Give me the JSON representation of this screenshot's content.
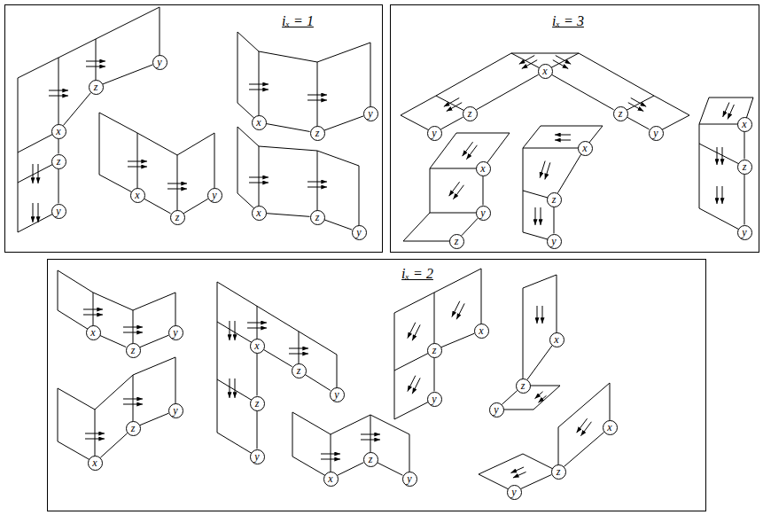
{
  "diagram": {
    "nodes": [
      {
        "text": [
          "iₓ = 1"
        ]
      },
      {
        "text": [
          "iₓ = 3"
        ]
      },
      {
        "text": [
          "iₓ = 2"
        ]
      },
      {
        "text": [
          "y"
        ],
        "in": 0
      },
      {
        "text": [
          "z"
        ],
        "in": 0
      },
      {
        "text": [
          "x"
        ],
        "in": 0
      },
      {
        "text": [
          "z"
        ],
        "in": 0
      },
      {
        "text": [
          "y"
        ],
        "in": 0
      },
      {
        "text": [
          "x"
        ],
        "in": 0
      },
      {
        "text": [
          "z"
        ],
        "in": 0
      },
      {
        "text": [
          "y"
        ],
        "in": 0
      },
      {
        "text": [
          "x"
        ],
        "in": 0
      },
      {
        "text": [
          "z"
        ],
        "in": 0
      },
      {
        "text": [
          "y"
        ],
        "in": 0
      },
      {
        "text": [
          "x"
        ],
        "in": 0
      },
      {
        "text": [
          "z"
        ],
        "in": 0
      },
      {
        "text": [
          "y"
        ],
        "in": 0
      },
      {
        "text": [
          "x"
        ],
        "in": 1
      },
      {
        "text": [
          "z"
        ],
        "in": 1
      },
      {
        "text": [
          "z"
        ],
        "in": 1
      },
      {
        "text": [
          "y"
        ],
        "in": 1
      },
      {
        "text": [
          "y"
        ],
        "in": 1
      },
      {
        "text": [
          "x"
        ],
        "in": 1
      },
      {
        "text": [
          "y"
        ],
        "in": 1
      },
      {
        "text": [
          "z"
        ],
        "in": 1
      },
      {
        "text": [
          "x"
        ],
        "in": 1
      },
      {
        "text": [
          "z"
        ],
        "in": 1
      },
      {
        "text": [
          "y"
        ],
        "in": 1
      },
      {
        "text": [
          "x"
        ],
        "in": 1
      },
      {
        "text": [
          "z"
        ],
        "in": 1
      },
      {
        "text": [
          "y"
        ],
        "in": 1
      },
      {
        "text": [
          "x"
        ],
        "in": 2
      },
      {
        "text": [
          "z"
        ],
        "in": 2
      },
      {
        "text": [
          "y"
        ],
        "in": 2
      },
      {
        "text": [
          "x"
        ],
        "in": 2
      },
      {
        "text": [
          "z"
        ],
        "in": 2
      },
      {
        "text": [
          "y"
        ],
        "in": 2
      },
      {
        "text": [
          "x"
        ],
        "in": 2
      },
      {
        "text": [
          "z"
        ],
        "in": 2
      },
      {
        "text": [
          "y"
        ],
        "in": 2
      },
      {
        "text": [
          "z"
        ],
        "in": 2
      },
      {
        "text": [
          "y"
        ],
        "in": 2
      },
      {
        "text": [
          "x"
        ],
        "in": 2
      },
      {
        "text": [
          "z"
        ],
        "in": 2
      },
      {
        "text": [
          "y"
        ],
        "in": 2
      },
      {
        "text": [
          "x"
        ],
        "in": 2
      },
      {
        "text": [
          "z"
        ],
        "in": 2
      },
      {
        "text": [
          "y"
        ],
        "in": 2
      },
      {
        "text": [
          "x"
        ],
        "in": 2
      },
      {
        "text": [
          "z"
        ],
        "in": 2
      },
      {
        "text": [
          "y"
        ],
        "in": 2
      },
      {
        "text": [
          "x"
        ],
        "in": 2
      },
      {
        "text": [
          "z"
        ],
        "in": 2
      },
      {
        "text": [
          "y"
        ],
        "in": 2
      }
    ],
    "edges": [
      {
        "from": 3,
        "to": 4,
        "arrow": "none"
      },
      {
        "from": 4,
        "to": 5,
        "arrow": "none"
      },
      {
        "from": 5,
        "to": 6,
        "arrow": "none"
      },
      {
        "from": 6,
        "to": 7,
        "arrow": "none"
      },
      {
        "from": 8,
        "to": 9,
        "arrow": "none"
      },
      {
        "from": 9,
        "to": 10,
        "arrow": "none"
      },
      {
        "from": 11,
        "to": 12,
        "arrow": "none"
      },
      {
        "from": 12,
        "to": 13,
        "arrow": "none"
      },
      {
        "from": 14,
        "to": 15,
        "arrow": "none"
      },
      {
        "from": 15,
        "to": 16,
        "arrow": "none"
      },
      {
        "from": 20,
        "to": 18,
        "arrow": "none"
      },
      {
        "from": 18,
        "to": 17,
        "arrow": "none"
      },
      {
        "from": 17,
        "to": 19,
        "arrow": "none"
      },
      {
        "from": 19,
        "to": 21,
        "arrow": "none"
      },
      {
        "from": 22,
        "to": 23,
        "arrow": "none"
      },
      {
        "from": 23,
        "to": 24,
        "arrow": "none"
      },
      {
        "from": 25,
        "to": 26,
        "arrow": "none"
      },
      {
        "from": 26,
        "to": 27,
        "arrow": "none"
      },
      {
        "from": 28,
        "to": 29,
        "arrow": "none"
      },
      {
        "from": 29,
        "to": 30,
        "arrow": "none"
      },
      {
        "from": 31,
        "to": 32,
        "arrow": "none"
      },
      {
        "from": 32,
        "to": 33,
        "arrow": "none"
      },
      {
        "from": 34,
        "to": 35,
        "arrow": "none"
      },
      {
        "from": 35,
        "to": 36,
        "arrow": "none"
      },
      {
        "from": 37,
        "to": 38,
        "arrow": "none"
      },
      {
        "from": 38,
        "to": 39,
        "arrow": "none"
      },
      {
        "from": 37,
        "to": 40,
        "arrow": "none"
      },
      {
        "from": 40,
        "to": 41,
        "arrow": "none"
      },
      {
        "from": 42,
        "to": 43,
        "arrow": "none"
      },
      {
        "from": 43,
        "to": 44,
        "arrow": "none"
      },
      {
        "from": 45,
        "to": 46,
        "arrow": "none"
      },
      {
        "from": 46,
        "to": 47,
        "arrow": "none"
      },
      {
        "from": 48,
        "to": 49,
        "arrow": "none"
      },
      {
        "from": 49,
        "to": 50,
        "arrow": "none"
      },
      {
        "from": 51,
        "to": 52,
        "arrow": "none"
      },
      {
        "from": 52,
        "to": 53,
        "arrow": "none"
      }
    ]
  }
}
